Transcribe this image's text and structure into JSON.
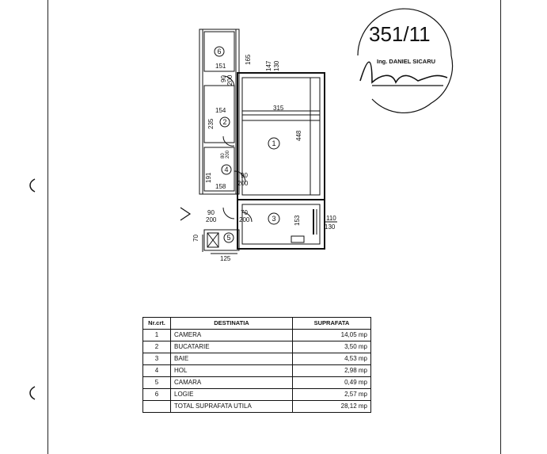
{
  "document": {
    "page_ref": "351/11",
    "stamp_text": "Ing. DANIEL SICARU"
  },
  "plan": {
    "rooms": [
      {
        "no": "1"
      },
      {
        "no": "2"
      },
      {
        "no": "3"
      },
      {
        "no": "4"
      },
      {
        "no": "5"
      },
      {
        "no": "6"
      }
    ],
    "dimensions": {
      "d151": "151",
      "d165": "165",
      "d147": "147",
      "d130a": "130",
      "d90a": "90",
      "d200a": "200",
      "d154": "154",
      "d315": "315",
      "d235": "235",
      "d448": "448",
      "d80": "80",
      "d200b": "200",
      "d191": "191",
      "d158": "158",
      "d90b": "90",
      "d200c": "200",
      "d90c": "90",
      "d200d": "200",
      "d70a": "70",
      "d200e": "200",
      "d153": "153",
      "d110": "110",
      "d130b": "130",
      "d70b": "70",
      "d125": "125"
    }
  },
  "table": {
    "headers": [
      "Nr.crt.",
      "DESTINATIA",
      "SUPRAFATA"
    ],
    "rows": [
      {
        "nr": "1",
        "destinatia": "CAMERA",
        "suprafata": "14,05 mp"
      },
      {
        "nr": "2",
        "destinatia": "BUCATARIE",
        "suprafata": "3,50 mp"
      },
      {
        "nr": "3",
        "destinatia": "BAIE",
        "suprafata": "4,53 mp"
      },
      {
        "nr": "4",
        "destinatia": "HOL",
        "suprafata": "2,98 mp"
      },
      {
        "nr": "5",
        "destinatia": "CAMARA",
        "suprafata": "0,49 mp"
      },
      {
        "nr": "6",
        "destinatia": "LOGIE",
        "suprafata": "2,57 mp"
      }
    ],
    "total": {
      "label": "TOTAL SUPRAFATA UTILA",
      "value": "28,12 mp"
    }
  }
}
